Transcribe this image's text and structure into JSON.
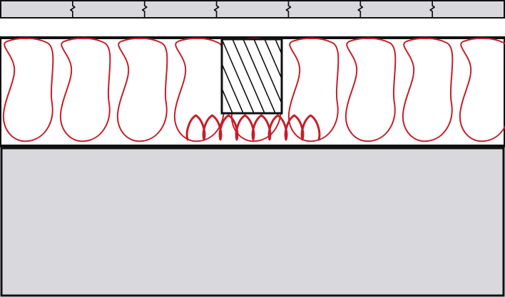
{
  "diagram": {
    "colors": {
      "background": "#ffffff",
      "outline": "#111111",
      "fill_gray": "#d9d9dd",
      "insulation_red": "#c51f29"
    },
    "parts": {
      "top_board": {
        "segment_count": 7
      },
      "insulation": {
        "loop_count": 9
      },
      "compressed_insulation": {
        "fold_count": 8
      },
      "stud": {
        "hatch": "diagonal"
      },
      "bottom_slab": {}
    }
  }
}
